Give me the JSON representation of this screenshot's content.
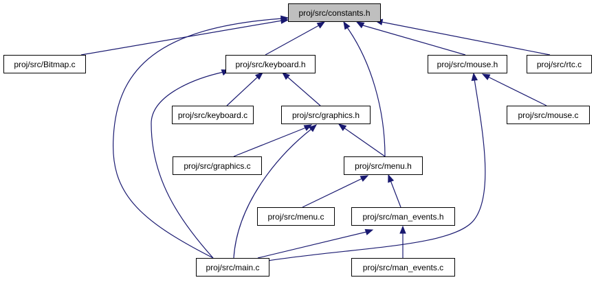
{
  "graph": {
    "edge_color": "#191970",
    "focus_fill": "#bfbfbf",
    "nodes": {
      "constants_h": "proj/src/constants.h",
      "bitmap_c": "proj/src/Bitmap.c",
      "keyboard_h": "proj/src/keyboard.h",
      "mouse_h": "proj/src/mouse.h",
      "rtc_c": "proj/src/rtc.c",
      "keyboard_c": "proj/src/keyboard.c",
      "graphics_h": "proj/src/graphics.h",
      "mouse_c": "proj/src/mouse.c",
      "graphics_c": "proj/src/graphics.c",
      "menu_h": "proj/src/menu.h",
      "menu_c": "proj/src/menu.c",
      "man_events_h": "proj/src/man_events.h",
      "main_c": "proj/src/main.c",
      "man_events_c": "proj/src/man_events.c"
    }
  }
}
